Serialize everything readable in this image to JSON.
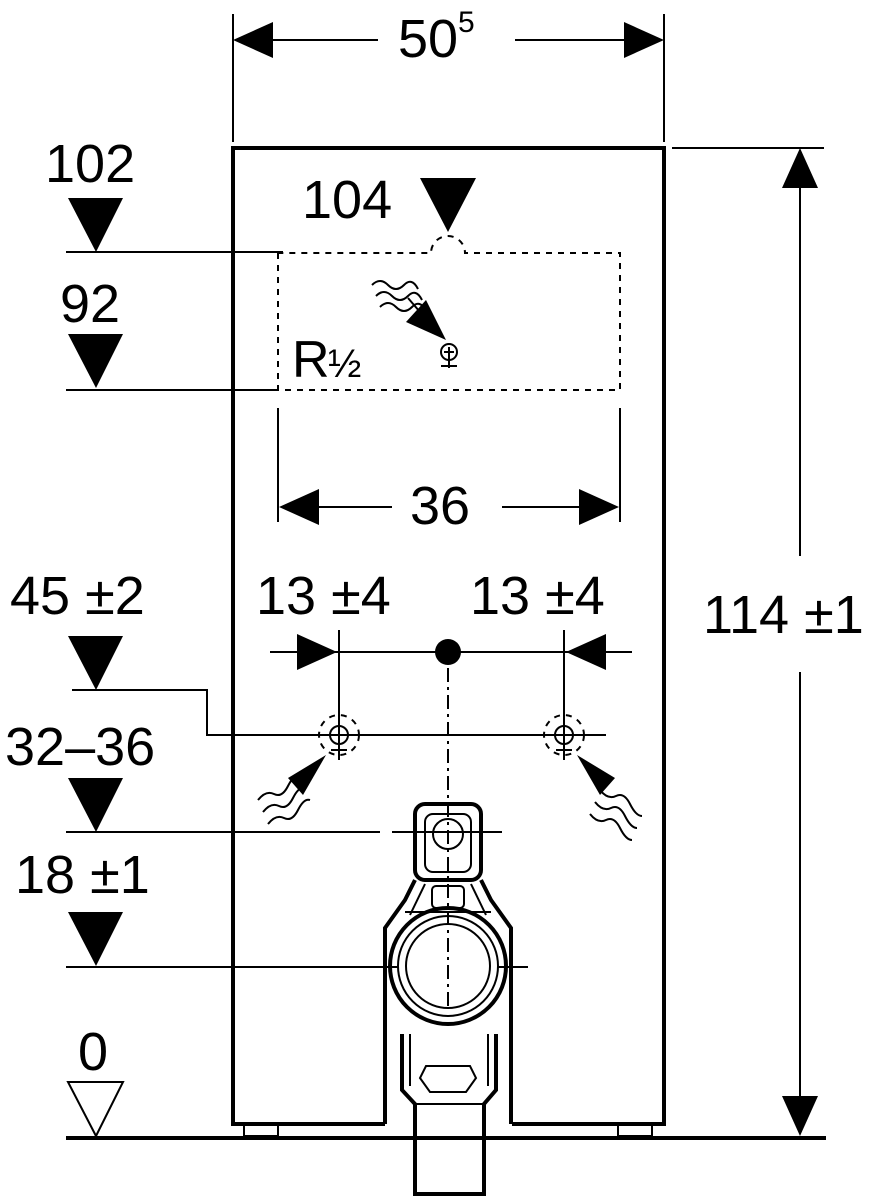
{
  "dimensions": {
    "width_main": "50",
    "width_sup": "5",
    "height_total": "114 ±1",
    "inner_width": "36",
    "offset_left": "13 ±4",
    "offset_right": "13 ±4",
    "top_level": "102",
    "cistern_top": "104",
    "cistern_bottom": "92",
    "supply_level": "45 ±2",
    "drain_range": "32–36",
    "drain_level": "18 ±1",
    "floor_level": "0"
  },
  "connection": {
    "thread_main": "R",
    "thread_frac": "½"
  }
}
